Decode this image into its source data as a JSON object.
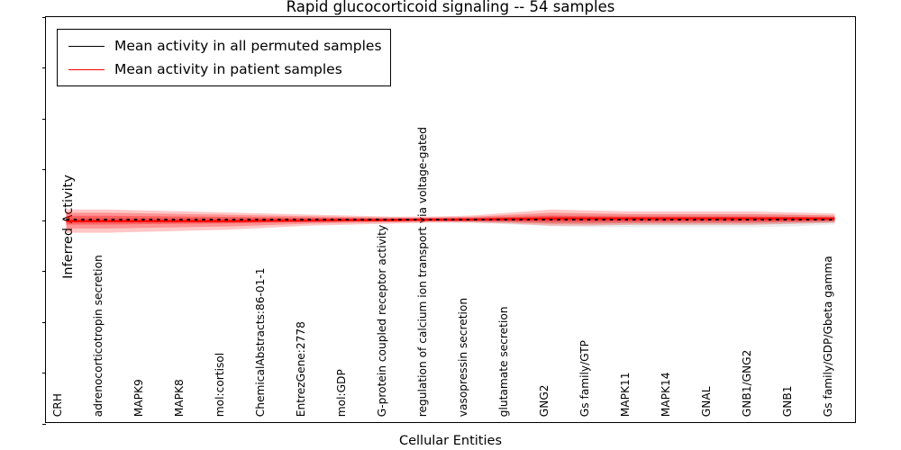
{
  "chart_data": {
    "type": "line",
    "title": "Rapid glucocorticoid signaling -- 54 samples",
    "xlabel": "Cellular Entities",
    "ylabel": "Inferred Activity",
    "ylim": [
      -4,
      4
    ],
    "yticks": [
      "4",
      "3",
      "2",
      "1",
      "0",
      "-1",
      "-2",
      "-3",
      "-4"
    ],
    "ytick_values": [
      4,
      3,
      2,
      1,
      0,
      -1,
      -2,
      -3,
      -4
    ],
    "grid": false,
    "legend_position": "upper left",
    "categories": [
      "CRH",
      "adrenocorticotropin secretion",
      "MAPK9",
      "MAPK8",
      "mol:cortisol",
      "ChemicalAbstracts:86-01-1",
      "EntrezGene:2778",
      "mol:GDP",
      "G-protein coupled receptor activity",
      "regulation of calcium ion transport via voltage-gated",
      "vasopressin secretion",
      "glutamate secretion",
      "GNG2",
      "Gs family/GTP",
      "MAPK11",
      "MAPK14",
      "GNAL",
      "GNB1/GNG2",
      "GNB1",
      "Gs family/GDP/Gbeta gamma"
    ],
    "series": [
      {
        "name": "Mean activity in all permuted samples",
        "color": "#000000",
        "linestyle": "dashed",
        "values": [
          0.0,
          0.0,
          0.0,
          0.0,
          0.0,
          0.0,
          0.0,
          0.0,
          0.0,
          0.0,
          0.0,
          0.0,
          0.0,
          0.0,
          0.0,
          0.0,
          0.0,
          0.0,
          0.0,
          0.0
        ],
        "band_color": "#bfbfbf",
        "band_upper": [
          0.02,
          0.02,
          0.02,
          0.02,
          0.02,
          0.02,
          0.02,
          0.02,
          0.02,
          0.02,
          0.03,
          0.04,
          0.05,
          0.05,
          0.05,
          0.05,
          0.05,
          0.05,
          0.05,
          0.04
        ],
        "band_lower": [
          -0.02,
          -0.02,
          -0.02,
          -0.02,
          -0.02,
          -0.02,
          -0.02,
          -0.02,
          -0.02,
          -0.02,
          -0.03,
          -0.05,
          -0.07,
          -0.08,
          -0.08,
          -0.08,
          -0.08,
          -0.08,
          -0.07,
          -0.05
        ]
      },
      {
        "name": "Mean activity in patient samples",
        "color": "#ff0000",
        "linestyle": "solid",
        "values": [
          -0.03,
          -0.03,
          -0.03,
          -0.03,
          -0.03,
          -0.02,
          -0.02,
          -0.01,
          -0.01,
          0.0,
          0.0,
          0.01,
          0.02,
          0.02,
          0.02,
          0.02,
          0.02,
          0.02,
          0.02,
          0.02
        ],
        "band_color": "#ff0000",
        "band_upper": [
          0.1,
          0.1,
          0.09,
          0.08,
          0.07,
          0.06,
          0.05,
          0.04,
          0.03,
          0.03,
          0.04,
          0.07,
          0.1,
          0.09,
          0.08,
          0.08,
          0.08,
          0.08,
          0.07,
          0.06
        ],
        "band_lower": [
          -0.13,
          -0.13,
          -0.12,
          -0.11,
          -0.1,
          -0.08,
          -0.06,
          -0.05,
          -0.04,
          -0.03,
          -0.03,
          -0.04,
          -0.06,
          -0.06,
          -0.05,
          -0.05,
          -0.05,
          -0.05,
          -0.04,
          -0.03
        ]
      }
    ],
    "legend": [
      {
        "label": "Mean activity in all permuted samples",
        "color": "#000000"
      },
      {
        "label": "Mean activity in patient samples",
        "color": "#ff0000"
      }
    ]
  }
}
